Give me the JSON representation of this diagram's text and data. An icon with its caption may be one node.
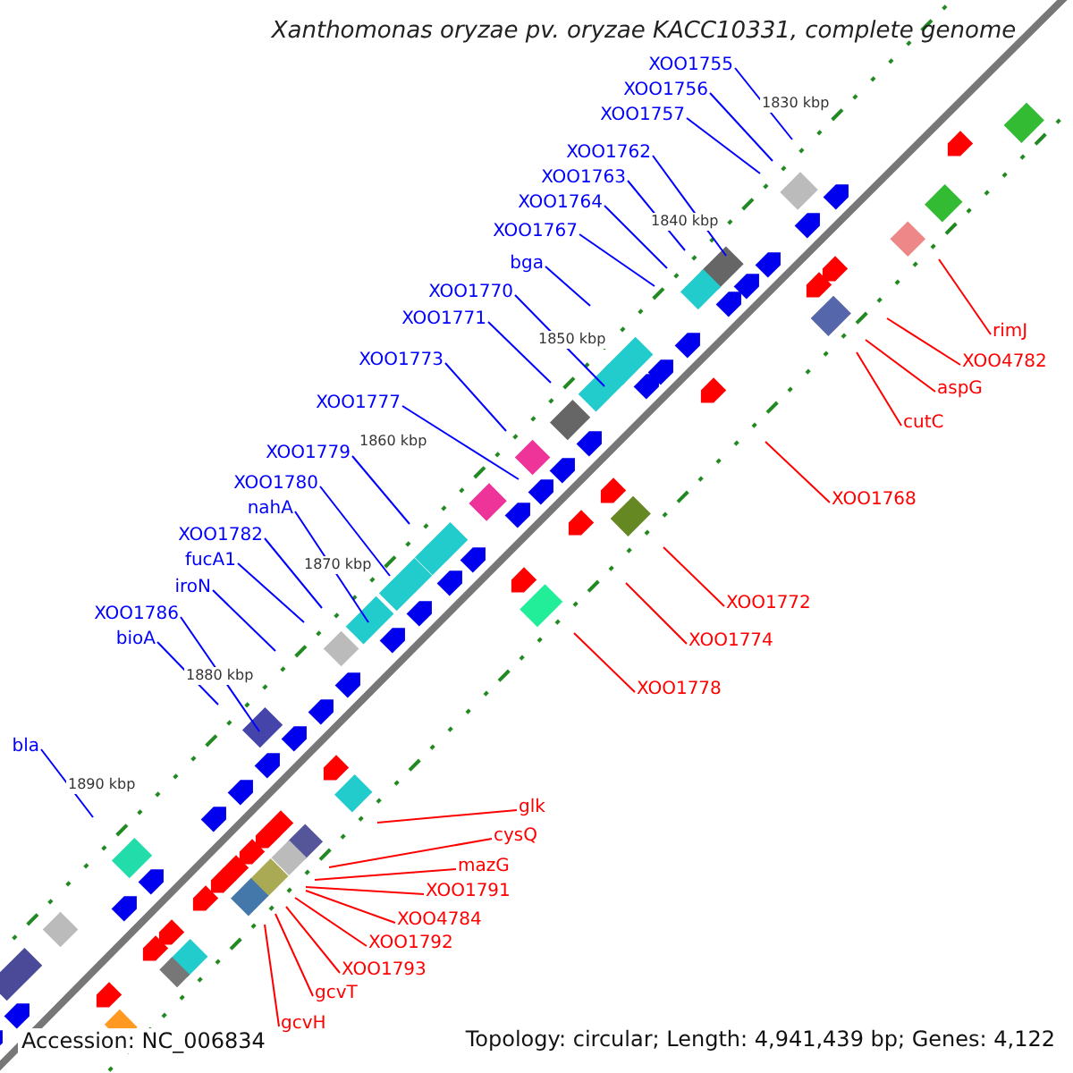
{
  "diagram": {
    "title": "Xanthomonas oryzae pv. oryzae KACC10331, complete genome",
    "nodes": [
      {
        "text": [
          "XOO1755"
        ]
      },
      {
        "text": [
          "XOO1756"
        ]
      },
      {
        "text": [
          "XOO1757"
        ]
      },
      {
        "text": [
          "XOO1762"
        ]
      },
      {
        "text": [
          "XOO1763"
        ]
      },
      {
        "text": [
          "XOO1764"
        ]
      },
      {
        "text": [
          "XOO1767"
        ]
      },
      {
        "text": [
          "bga"
        ]
      },
      {
        "text": [
          "XOO1770"
        ]
      },
      {
        "text": [
          "XOO1771"
        ]
      },
      {
        "text": [
          "XOO1773"
        ]
      },
      {
        "text": [
          "XOO1777"
        ]
      },
      {
        "text": [
          "XOO1779"
        ]
      },
      {
        "text": [
          "XOO1780"
        ]
      },
      {
        "text": [
          "nahA"
        ]
      },
      {
        "text": [
          "XOO1782"
        ]
      },
      {
        "text": [
          "fucA1"
        ]
      },
      {
        "text": [
          "iroN"
        ]
      },
      {
        "text": [
          "XOO1786"
        ]
      },
      {
        "text": [
          "bioA"
        ]
      },
      {
        "text": [
          "bla"
        ]
      },
      {
        "text": [
          "rimJ"
        ]
      },
      {
        "text": [
          "XOO4782"
        ]
      },
      {
        "text": [
          "aspG"
        ]
      },
      {
        "text": [
          "cutC"
        ]
      },
      {
        "text": [
          "XOO1768"
        ]
      },
      {
        "text": [
          "XOO1772"
        ]
      },
      {
        "text": [
          "XOO1774"
        ]
      },
      {
        "text": [
          "XOO1778"
        ]
      },
      {
        "text": [
          "glk"
        ]
      },
      {
        "text": [
          "cysQ"
        ]
      },
      {
        "text": [
          "mazG"
        ]
      },
      {
        "text": [
          "XOO1791"
        ]
      },
      {
        "text": [
          "XOO4784"
        ]
      },
      {
        "text": [
          "XOO1792"
        ]
      },
      {
        "text": [
          "XOO1793"
        ]
      },
      {
        "text": [
          "gcvT"
        ]
      },
      {
        "text": [
          "gcvH"
        ]
      }
    ],
    "edges": [
      {
        "from": 0,
        "to": null,
        "arrow": "none"
      },
      {
        "from": 1,
        "to": null,
        "arrow": "none"
      },
      {
        "from": 2,
        "to": null,
        "arrow": "none"
      },
      {
        "from": 3,
        "to": null,
        "arrow": "none"
      },
      {
        "from": 4,
        "to": null,
        "arrow": "none"
      },
      {
        "from": 5,
        "to": null,
        "arrow": "none"
      },
      {
        "from": 6,
        "to": null,
        "arrow": "none"
      },
      {
        "from": 7,
        "to": null,
        "arrow": "none"
      },
      {
        "from": 8,
        "to": null,
        "arrow": "none"
      },
      {
        "from": 9,
        "to": null,
        "arrow": "none"
      },
      {
        "from": 10,
        "to": null,
        "arrow": "none"
      },
      {
        "from": 11,
        "to": null,
        "arrow": "none"
      },
      {
        "from": 12,
        "to": null,
        "arrow": "none"
      },
      {
        "from": 13,
        "to": null,
        "arrow": "none"
      },
      {
        "from": 14,
        "to": null,
        "arrow": "none"
      },
      {
        "from": 15,
        "to": null,
        "arrow": "none"
      },
      {
        "from": 16,
        "to": null,
        "arrow": "none"
      },
      {
        "from": 17,
        "to": null,
        "arrow": "none"
      },
      {
        "from": 18,
        "to": null,
        "arrow": "none"
      },
      {
        "from": 19,
        "to": null,
        "arrow": "none"
      },
      {
        "from": 20,
        "to": null,
        "arrow": "none"
      },
      {
        "from": 21,
        "to": null,
        "arrow": "none",
        "color": "#ff0000"
      },
      {
        "from": 22,
        "to": null,
        "arrow": "none",
        "color": "#ff0000"
      },
      {
        "from": 23,
        "to": null,
        "arrow": "none",
        "color": "#ff0000"
      },
      {
        "from": 24,
        "to": null,
        "arrow": "none",
        "color": "#ff0000"
      },
      {
        "from": 25,
        "to": null,
        "arrow": "none",
        "color": "#ff0000"
      },
      {
        "from": 26,
        "to": null,
        "arrow": "none",
        "color": "#ff0000"
      },
      {
        "from": 27,
        "to": null,
        "arrow": "none",
        "color": "#ff0000"
      },
      {
        "from": 28,
        "to": null,
        "arrow": "none",
        "color": "#ff0000"
      },
      {
        "from": 29,
        "to": null,
        "arrow": "none",
        "color": "#ff0000"
      },
      {
        "from": 30,
        "to": null,
        "arrow": "none",
        "color": "#ff0000"
      },
      {
        "from": 31,
        "to": null,
        "arrow": "none",
        "color": "#ff0000"
      },
      {
        "from": 32,
        "to": null,
        "arrow": "none",
        "color": "#ff0000"
      },
      {
        "from": 33,
        "to": null,
        "arrow": "none",
        "color": "#ff0000"
      },
      {
        "from": 34,
        "to": null,
        "arrow": "none",
        "color": "#ff0000"
      },
      {
        "from": 35,
        "to": null,
        "arrow": "none",
        "color": "#ff0000"
      },
      {
        "from": 36,
        "to": null,
        "arrow": "none",
        "color": "#ff0000"
      },
      {
        "from": 37,
        "to": null,
        "arrow": "none",
        "color": "#ff0000"
      }
    ],
    "labels": [
      "1830 kbp",
      "1840 kbp",
      "1850 kbp",
      "1860 kbp",
      "1870 kbp",
      "1880 kbp",
      "1890 kbp",
      "Accession: NC_006834",
      "Topology: circular; Length: 4,941,439 bp; Genes: 4,122"
    ]
  }
}
